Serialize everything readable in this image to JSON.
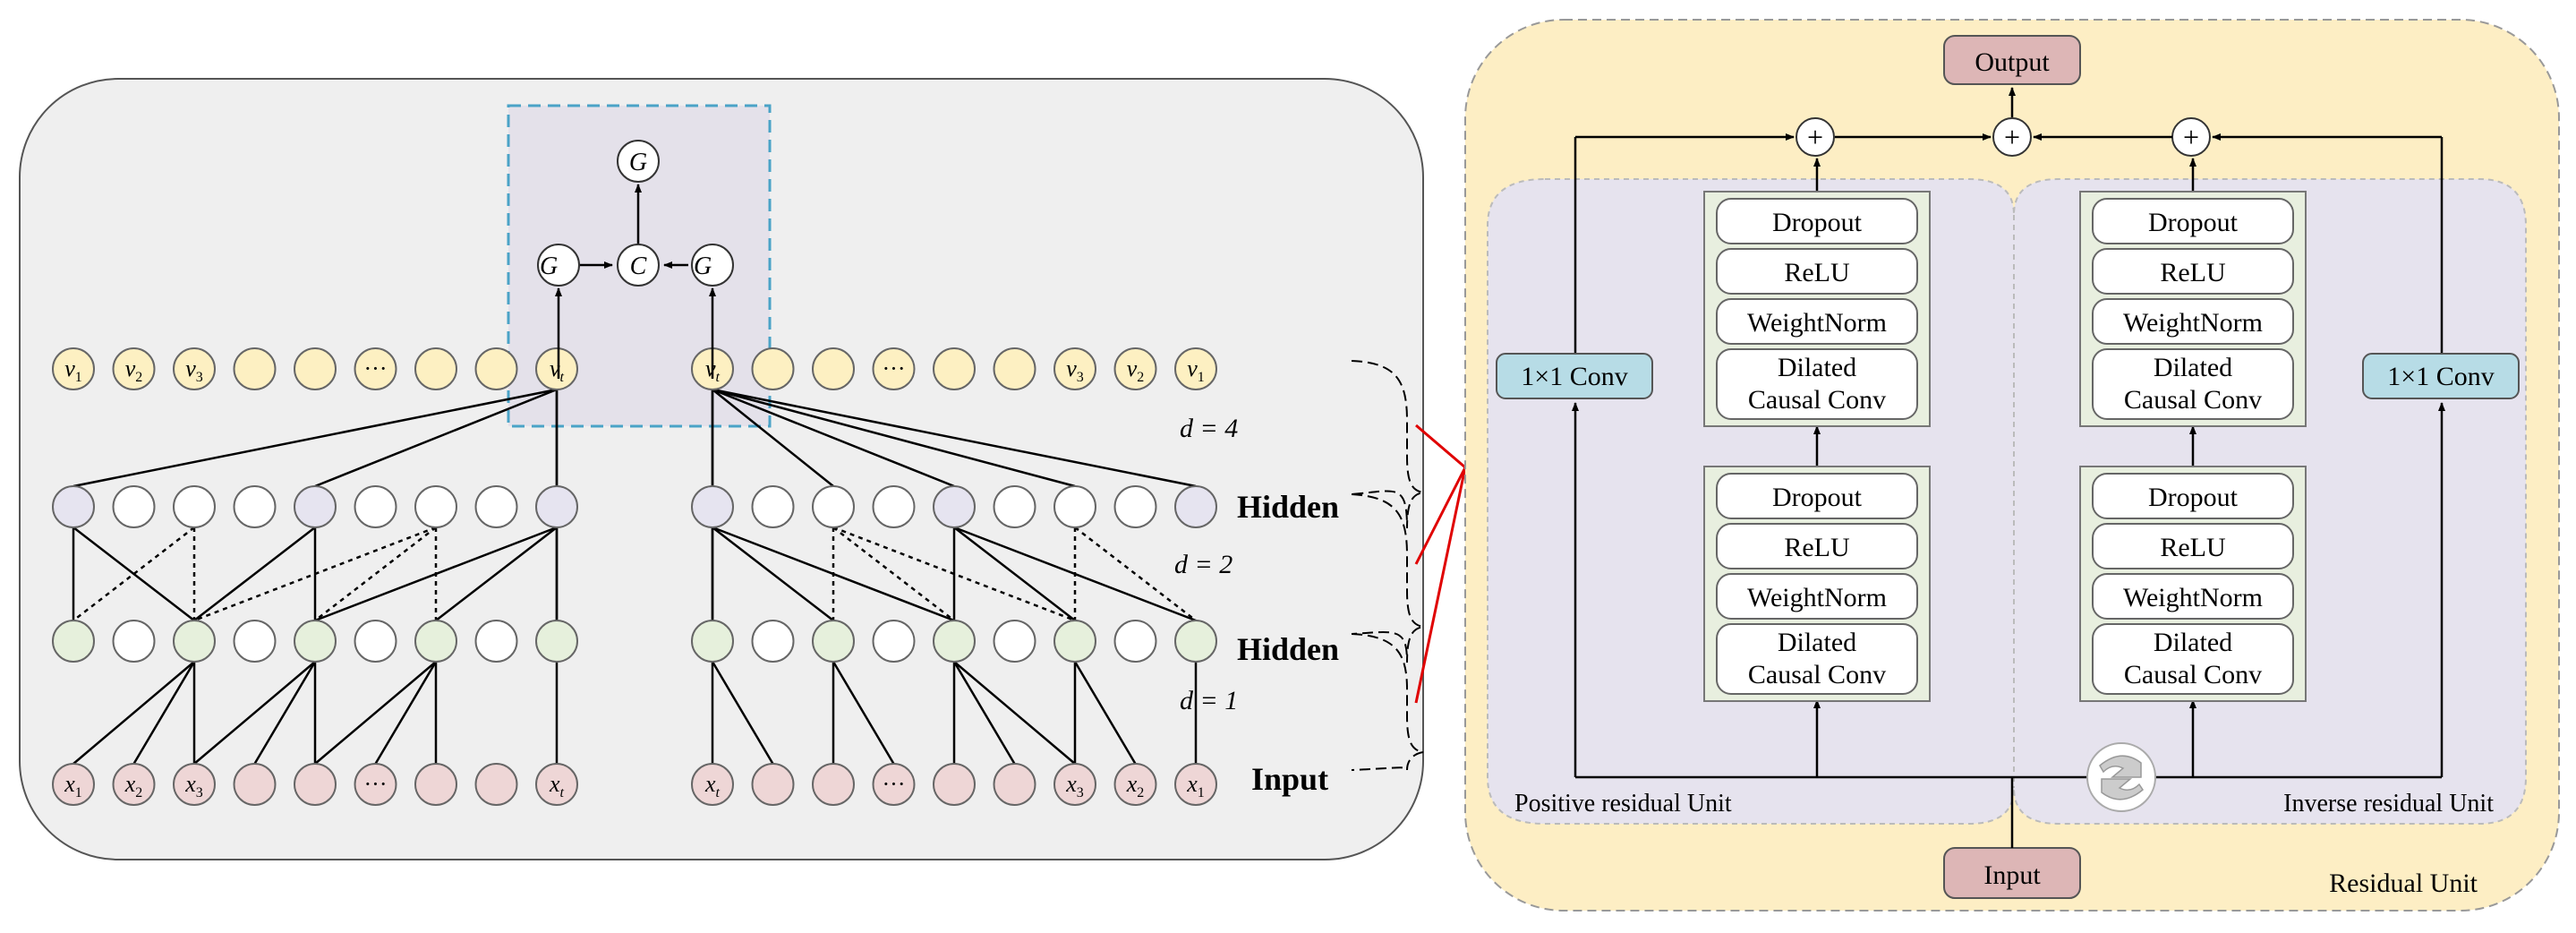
{
  "colors": {
    "left_panel_bg": "#efefef",
    "residual_bg": "#fdeec4",
    "unit_bg": "#e6e3ee",
    "node_v": "#fdf0c2",
    "node_hidden_top": "#e6e4f0",
    "node_hidden_mid": "#e6f0dc",
    "node_input": "#eed6d6",
    "node_white": "#ffffff",
    "conv1x1": "#b7dce6",
    "io_box": "#ddb6b6",
    "tcn_block": "#e8efdf",
    "dashed_box": "#4aa3c7",
    "red_link": "#e00000"
  },
  "left": {
    "top_nodes": {
      "G": "G",
      "G_fwd": "G⃗",
      "C": "C",
      "G_bwd": "G⃖"
    },
    "v_row_left": [
      "v1",
      "v2",
      "v3",
      "",
      "",
      "···",
      "",
      "",
      "vt"
    ],
    "v_row_right": [
      "vt",
      "",
      "",
      "···",
      "",
      "",
      "v3",
      "v2",
      "v1"
    ],
    "x_row_left": [
      "x1",
      "x2",
      "x3",
      "",
      "",
      "···",
      "",
      "",
      "xt"
    ],
    "x_row_right": [
      "xt",
      "",
      "",
      "···",
      "",
      "",
      "x3",
      "x2",
      "x1"
    ],
    "labels": {
      "hidden_1": "Hidden",
      "hidden_2": "Hidden",
      "input": "Input",
      "d4": "d = 4",
      "d2": "d = 2",
      "d1": "d = 1"
    }
  },
  "right": {
    "output": "Output",
    "input": "Input",
    "residual_unit": "Residual Unit",
    "positive_unit": "Positive residual Unit",
    "inverse_unit": "Inverse residual Unit",
    "conv1x1": "1×1 Conv",
    "plus": "+",
    "block": [
      "Dropout",
      "ReLU",
      "WeightNorm",
      "Dilated",
      "Causal Conv"
    ]
  }
}
